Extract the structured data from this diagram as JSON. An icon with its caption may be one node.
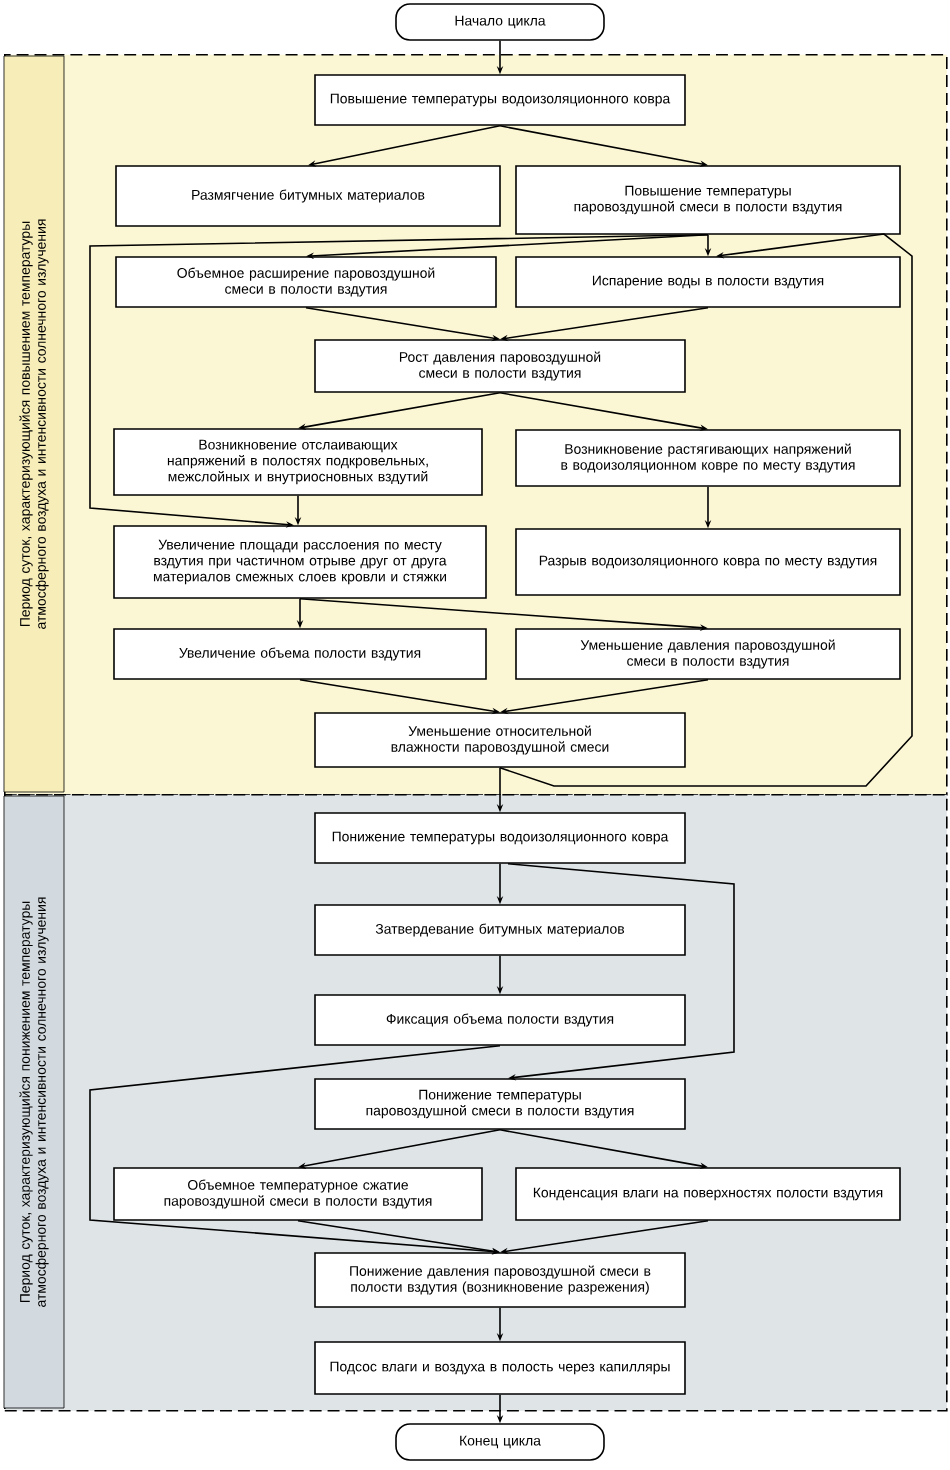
{
  "diagram": {
    "nodes": [
      {
        "text": [
          "Начало цикла"
        ]
      },
      {
        "text": [
          "Период суток, характеризующийся повышением температуры атмосферного воздуха и интенсивности солнечного излучения"
        ]
      },
      {
        "text": [
          "Повышение температуры водоизоляционного ковра"
        ],
        "in": 1
      },
      {
        "text": [
          "Размягчение битумных материалов"
        ],
        "in": 1
      },
      {
        "text": [
          "Повышение температуры паровоздушной смеси в полости вздутия"
        ],
        "in": 1
      },
      {
        "text": [
          "Объемное расширение паровоздушной смеси в полости вздутия"
        ],
        "in": 1
      },
      {
        "text": [
          "Испарение воды в полости вздутия"
        ],
        "in": 1
      },
      {
        "text": [
          "Рост давления паровоздушной смеси в полости вздутия"
        ],
        "in": 1
      },
      {
        "text": [
          "Возникновение отслаивающих напряжений в полостях подкровельных, межслойных и внутриосновных вздутий"
        ],
        "in": 1
      },
      {
        "text": [
          "Возникновение растягивающих напряжений в водоизоляционном ковре по месту вздутия"
        ],
        "in": 1
      },
      {
        "text": [
          "Увеличение площади расслоения по месту вздутия при частичном отрыве друг от друга материалов смежных слоев кровли и стяжки"
        ],
        "in": 1
      },
      {
        "text": [
          "Разрыв водоизоляционного ковра по месту вздутия"
        ],
        "in": 1
      },
      {
        "text": [
          "Увеличение объема полости вздутия"
        ],
        "in": 1
      },
      {
        "text": [
          "Уменьшение давления паровоздушной смеси в полости вздутия"
        ],
        "in": 1
      },
      {
        "text": [
          "Уменьшение относительной влажности паровоздушной смеси"
        ],
        "in": 1
      },
      {
        "text": [
          "Период суток, характеризующийся понижением температуры атмосферного воздуха и интенсивности солнечного излучения"
        ]
      },
      {
        "text": [
          "Понижение температуры водоизоляционного ковра"
        ],
        "in": 15
      },
      {
        "text": [
          "Затвердевание битумных материалов"
        ],
        "in": 15
      },
      {
        "text": [
          "Фиксация объема полости вздутия"
        ],
        "in": 15
      },
      {
        "text": [
          "Понижение температуры паровоздушной смеси в полости вздутия"
        ],
        "in": 15
      },
      {
        "text": [
          "Объемное температурное сжатие паровоздушной смеси в полости вздутия"
        ],
        "in": 15
      },
      {
        "text": [
          "Конденсация влаги на поверхностях полости вздутия"
        ],
        "in": 15
      },
      {
        "text": [
          "Понижение давления паровоздушной смеси в полости вздутия (возникновение разрежения)"
        ],
        "in": 15
      },
      {
        "text": [
          "Подсос влаги и воздуха в полость через капилляры"
        ],
        "in": 15
      },
      {
        "text": [
          "Конец цикла"
        ]
      }
    ],
    "edges": [
      {
        "from": 0,
        "to": 2,
        "arrow": "to"
      },
      {
        "from": 2,
        "to": 3,
        "arrow": "to"
      },
      {
        "from": 2,
        "to": 4,
        "arrow": "to"
      },
      {
        "from": 4,
        "to": 5,
        "arrow": "to"
      },
      {
        "from": 4,
        "to": 6,
        "arrow": "to"
      },
      {
        "from": 4,
        "to": 10,
        "arrow": "to"
      },
      {
        "from": 5,
        "to": 7,
        "arrow": "to"
      },
      {
        "from": 6,
        "to": 7,
        "arrow": "to"
      },
      {
        "from": 7,
        "to": 8,
        "arrow": "to"
      },
      {
        "from": 7,
        "to": 9,
        "arrow": "to"
      },
      {
        "from": 8,
        "to": 10,
        "arrow": "to"
      },
      {
        "from": 9,
        "to": 11,
        "arrow": "to"
      },
      {
        "from": 10,
        "to": 12,
        "arrow": "to"
      },
      {
        "from": 10,
        "to": 13,
        "arrow": "to"
      },
      {
        "from": 12,
        "to": 14,
        "arrow": "to"
      },
      {
        "from": 13,
        "to": 14,
        "arrow": "to"
      },
      {
        "from": 14,
        "to": 6,
        "arrow": "to"
      },
      {
        "from": 14,
        "to": 16,
        "arrow": "to"
      },
      {
        "from": 16,
        "to": 17,
        "arrow": "to"
      },
      {
        "from": 16,
        "to": 19,
        "arrow": "to"
      },
      {
        "from": 17,
        "to": 18,
        "arrow": "to"
      },
      {
        "from": 18,
        "to": 22,
        "arrow": "to"
      },
      {
        "from": 19,
        "to": 20,
        "arrow": "to"
      },
      {
        "from": 19,
        "to": 21,
        "arrow": "to"
      },
      {
        "from": 20,
        "to": 22,
        "arrow": "to"
      },
      {
        "from": 21,
        "to": 22,
        "arrow": "to"
      },
      {
        "from": 22,
        "to": 23,
        "arrow": "to"
      },
      {
        "from": 23,
        "to": 24,
        "arrow": "to"
      }
    ]
  }
}
